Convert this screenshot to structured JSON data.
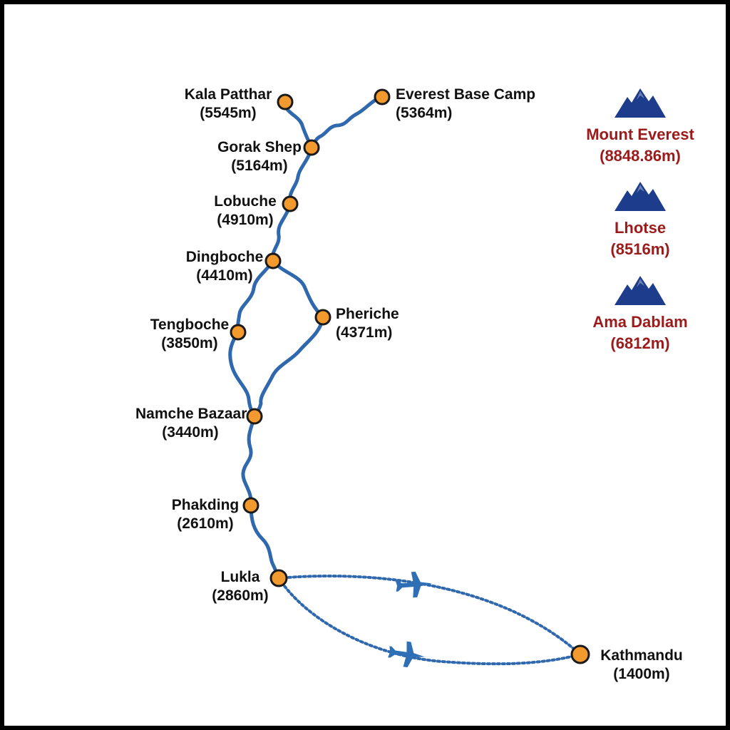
{
  "colors": {
    "route": "#2f68ad",
    "stop_fill": "#f39a2e",
    "stop_stroke": "#1a1a1a",
    "peak_fill": "#1d3c8c",
    "peak_label": "#9b1b1b",
    "plane": "#2f6fb5"
  },
  "stops": {
    "kala_patthar": {
      "name": "Kala Patthar",
      "elevation": "(5545m)"
    },
    "everest_base_camp": {
      "name": "Everest Base Camp",
      "elevation": "(5364m)"
    },
    "gorak_shep": {
      "name": "Gorak Shep",
      "elevation": "(5164m)"
    },
    "lobuche": {
      "name": "Lobuche",
      "elevation": "(4910m)"
    },
    "dingboche": {
      "name": "Dingboche",
      "elevation": "(4410m)"
    },
    "tengboche": {
      "name": "Tengboche",
      "elevation": "(3850m)"
    },
    "pheriche": {
      "name": "Pheriche",
      "elevation": "(4371m)"
    },
    "namche_bazaar": {
      "name": "Namche Bazaar",
      "elevation": "(3440m)"
    },
    "phakding": {
      "name": "Phakding",
      "elevation": "(2610m)"
    },
    "lukla": {
      "name": "Lukla",
      "elevation": "(2860m)"
    },
    "kathmandu": {
      "name": "Kathmandu",
      "elevation": "(1400m)"
    }
  },
  "peaks": [
    {
      "name": "Mount Everest",
      "elevation": "(8848.86m)",
      "icon": "mountain-icon"
    },
    {
      "name": "Lhotse",
      "elevation": "(8516m)",
      "icon": "mountain-icon"
    },
    {
      "name": "Ama Dablam",
      "elevation": "(6812m)",
      "icon": "mountain-icon"
    }
  ],
  "icons": {
    "flight": "airplane-icon"
  }
}
